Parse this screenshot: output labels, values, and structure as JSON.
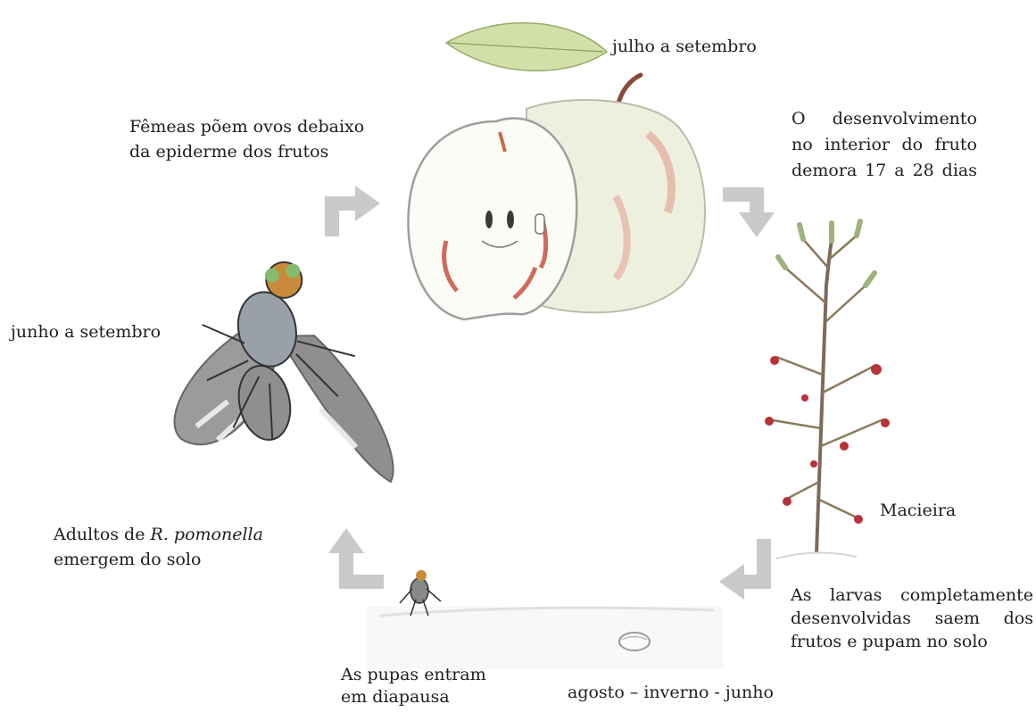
{
  "labels": {
    "fruit_period": "julho a setembro",
    "oviposition_line1": "Fêmeas põem ovos debaixo",
    "oviposition_line2": "da epiderme dos frutos",
    "development_line1": "O desenvolvimento",
    "development_line2": "no interior do fruto",
    "development_line3": "demora 17 a 28 dias",
    "adult_period": "junho a setembro",
    "tree_name": "Macieira",
    "adults_prefix": "Adultos de ",
    "adults_species": "R. pomonella",
    "adults_line2": "emergem do solo",
    "larvae_line1": "As larvas completamente",
    "larvae_line2": "desenvolvidas saem dos",
    "larvae_line3": "frutos e pupam no solo",
    "pupae_line1": "As pupas entram",
    "pupae_line2": "em diapausa",
    "pupa_period": "agosto – inverno - junho"
  },
  "colors": {
    "arrow": "#c9c9c9",
    "leaf": "#c9d89a",
    "apple_red": "#d9736a",
    "apple_skin": "#e4e8cf",
    "fly_wing": "#6b6b6b",
    "fly_head": "#c77c2e",
    "fly_eye": "#7fb36a",
    "tree_fruit": "#b8323a",
    "tree_leaf": "#8fa86a",
    "soil": "#e3e3e3"
  },
  "icons": [
    "cycle-arrow-icon",
    "apple-illustration",
    "fly-illustration",
    "tree-illustration",
    "pupa-illustration"
  ]
}
